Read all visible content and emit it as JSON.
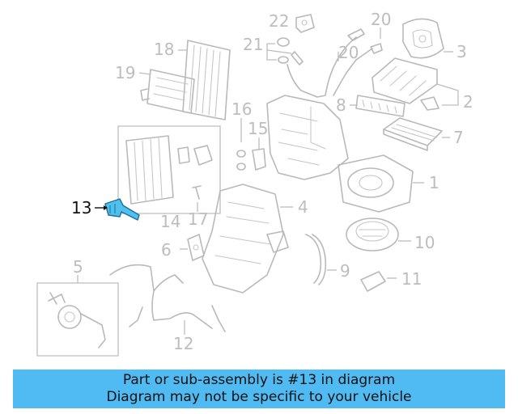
{
  "diagram": {
    "highlight_color": "#50bbf2",
    "highlighted_part": "13",
    "callouts": [
      {
        "id": "c1",
        "text": "1"
      },
      {
        "id": "c2",
        "text": "2"
      },
      {
        "id": "c3",
        "text": "3"
      },
      {
        "id": "c4",
        "text": "4"
      },
      {
        "id": "c5",
        "text": "5"
      },
      {
        "id": "c6",
        "text": "6"
      },
      {
        "id": "c7",
        "text": "7"
      },
      {
        "id": "c8",
        "text": "8"
      },
      {
        "id": "c9",
        "text": "9"
      },
      {
        "id": "c10",
        "text": "10"
      },
      {
        "id": "c11",
        "text": "11"
      },
      {
        "id": "c12",
        "text": "12"
      },
      {
        "id": "c13",
        "text": "13"
      },
      {
        "id": "c14",
        "text": "14"
      },
      {
        "id": "c15",
        "text": "15"
      },
      {
        "id": "c16",
        "text": "16"
      },
      {
        "id": "c17",
        "text": "17"
      },
      {
        "id": "c18",
        "text": "18"
      },
      {
        "id": "c19",
        "text": "19"
      },
      {
        "id": "c20a",
        "text": "20"
      },
      {
        "id": "c20b",
        "text": "20"
      },
      {
        "id": "c21",
        "text": "21"
      },
      {
        "id": "c22",
        "text": "22"
      }
    ]
  },
  "banner": {
    "line1": "Part or sub-assembly is #13 in diagram",
    "line2": "Diagram may not be specific to your vehicle"
  }
}
